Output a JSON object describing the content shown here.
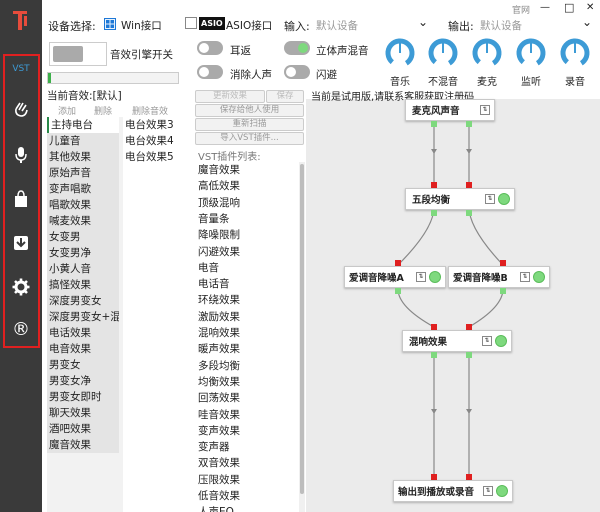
{
  "header": {
    "device_label": "设备选择:",
    "win_label": "Win接口",
    "asio_badge": "ASIO",
    "asio_label": "ASIO接口",
    "input_label": "输入:",
    "input_value": "默认设备",
    "output_label": "输出:",
    "output_value": "默认设备",
    "official": "官网",
    "minimize": "—",
    "maximize": "□",
    "close": "✕"
  },
  "sidebar": {
    "vst": "VST",
    "reg": "®"
  },
  "toggles": {
    "engine": "音效引擎开关",
    "monitor": "耳返",
    "stereo": "立体声混音",
    "remove_voice": "消除人声",
    "dodge": "闪避"
  },
  "knobs": [
    "音乐",
    "不混音",
    "麦克",
    "监听",
    "录音"
  ],
  "left": {
    "current": "当前音效:[默认]",
    "add": "添加",
    "delete": "删除",
    "delete_effect": "删除音效",
    "col1": [
      "主持电台",
      "儿童音",
      "其他效果",
      "原始声音",
      "变声唱歌",
      "唱歌效果",
      "喊麦效果",
      "女变男",
      "女变男净",
      "小黄人音",
      "搞怪效果",
      "深度男变女",
      "深度男变女+混响",
      "电话效果",
      "电音效果",
      "男变女",
      "男变女净",
      "男变女即时",
      "聊天效果",
      "酒吧效果",
      "魔音效果"
    ],
    "col2": [
      "电台效果3",
      "电台效果4",
      "电台效果5"
    ]
  },
  "mid": {
    "btn_update": "更新效果",
    "btn_save": "保存",
    "btn_save_others": "保存给他人使用",
    "btn_rescan": "重新扫描",
    "btn_import": "导入VST插件...",
    "list_label": "VST插件列表:",
    "plugins": [
      "魔音效果",
      "高低效果",
      "顶级混响",
      "音量条",
      "降噪限制",
      "闪避效果",
      "电音",
      "电话音",
      "环绕效果",
      "激励效果",
      "混响效果",
      "暖声效果",
      "多段均衡",
      "均衡效果",
      "回荡效果",
      "哇音效果",
      "变声效果",
      "变声器",
      "双音效果",
      "压限效果",
      "低音效果",
      "人声EQ"
    ]
  },
  "graph": {
    "notice": "当前是试用版,请联系客服获取注册码",
    "nodes": {
      "mic": "麦克风声音",
      "eq": "五段均衡",
      "dnA": "爱调音降噪A",
      "dnB": "爱调音降噪B",
      "reverb": "混响效果",
      "out": "输出到播放或录音"
    },
    "cfg_icon": "⇅"
  },
  "colors": {
    "accent": "#3d9bd6",
    "sidebar": "#3a3a3a",
    "highlight": "#e02020",
    "on": "#7ed97e"
  }
}
